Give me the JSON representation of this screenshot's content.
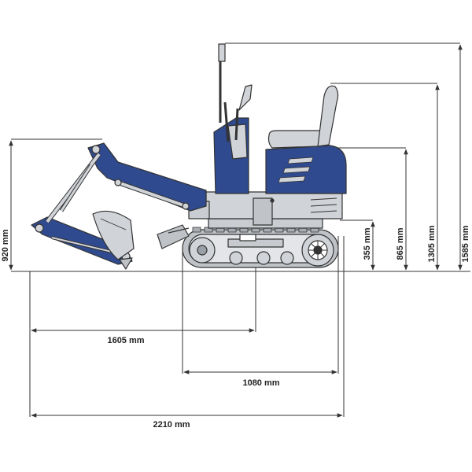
{
  "dimensions": {
    "reach": "1605 mm",
    "track_length": "1080 mm",
    "overall_length": "2210 mm",
    "boom_height": "920 mm",
    "ground_clearance": "355 mm",
    "body_height": "865 mm",
    "seat_height": "1305 mm",
    "overall_height": "1585 mm"
  },
  "colors": {
    "body_blue": "#2f4a8e",
    "grey": "#d0d3d8",
    "line": "#333333",
    "track": "#bfc3c8"
  }
}
